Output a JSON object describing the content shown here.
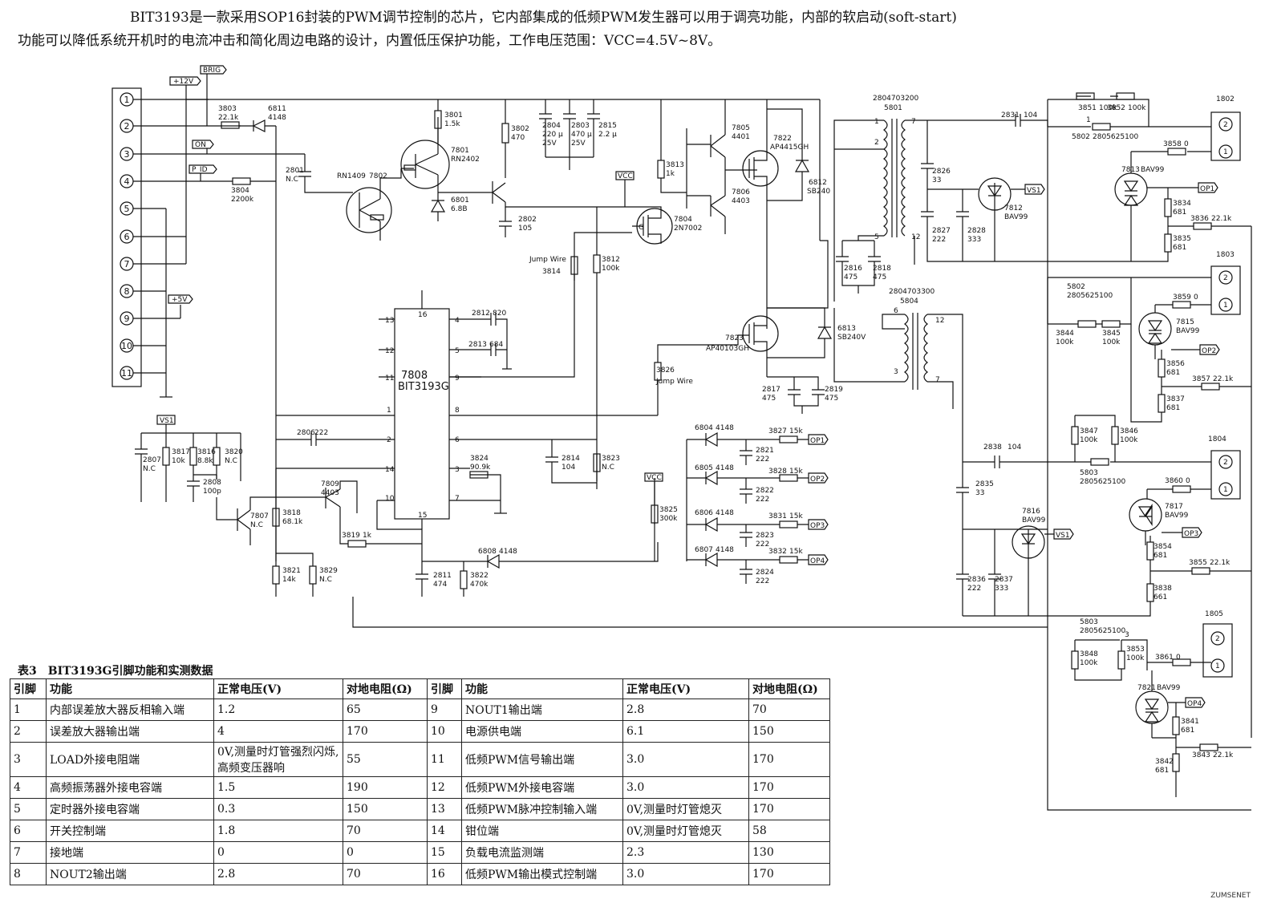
{
  "intro": {
    "line1": "BIT3193是一款采用SOP16封装的PWM调节控制的芯片，它内部集成的低频PWM发生器可以用于调亮功能，内部的软启动(soft-start)",
    "line2": "功能可以降低系统开机时的电流冲击和简化周边电路的设计，内置低压保护功能，工作电压范围：VCC=4.5V~8V。"
  },
  "connector_pins": [
    "1",
    "2",
    "3",
    "4",
    "5",
    "6",
    "7",
    "8",
    "9",
    "10",
    "11"
  ],
  "net_tags": {
    "v12": "+12V",
    "brig": "BRIG",
    "on": "ON",
    "pid": "P_ID",
    "v5": "+5V",
    "vcc": "VCC",
    "vs1": "VS1",
    "op1": "OP1",
    "op2": "OP2",
    "op3": "OP3",
    "op4": "OP4"
  },
  "ic": {
    "ref": "7808",
    "part": "BIT3193G",
    "pins": {
      "p16": "16",
      "p13": "13",
      "p12": "12",
      "p11": "11",
      "p1": "1",
      "p2": "2",
      "p14": "14",
      "p10": "10",
      "p15": "15",
      "p4": "4",
      "p5": "5",
      "p9": "9",
      "p8": "8",
      "p6": "6",
      "p3": "3",
      "p7": "7"
    }
  },
  "components": {
    "r3803": "3803",
    "r3803v": "22.1k",
    "d6811": "6811",
    "d6811v": "4148",
    "r3801": "3801",
    "r3801v": "1.5k",
    "q7801": "7801",
    "q7801v": "RN2402",
    "q7802a": "RN1409",
    "q7802b": "7802",
    "c2801": "2801",
    "c2801v": "N.C",
    "r3804": "3804",
    "r3804v": "2200k",
    "d6801": "6801",
    "d6801v": "6.8B",
    "r3802": "3802",
    "r3802v": "470",
    "c2802": "2802",
    "c2802v": "105",
    "c2804": "2804",
    "c2804v": "220 μ",
    "c2804u": "25V",
    "c2803": "2803",
    "c2803v": "470 μ",
    "c2803u": "25V",
    "c2815": "2815",
    "c2815v": "2.2 μ",
    "r3813": "3813",
    "r3813v": "1k",
    "q7805": "7805",
    "q7805v": "4401",
    "q7806": "7806",
    "q7806v": "4403",
    "q7804": "7804",
    "q7804v": "2N7002",
    "q7822": "7822",
    "q7822v": "AP4415GH",
    "d6812": "6812",
    "d6812v": "SB240",
    "jw1": "Jump Wire",
    "jw1r": "3814",
    "r3812": "3812",
    "r3812v": "100k",
    "c2812": "2812",
    "c2812v": "820",
    "c2813": "2813",
    "c2813v": "684",
    "q7823": "7823",
    "q7823v": "AP40103GH",
    "d6813": "6813",
    "d6813v": "SB240V",
    "jw2r": "3826",
    "jw2": "Jump Wire",
    "c2817": "2817",
    "c2817v": "475",
    "c2819": "2819",
    "c2819v": "475",
    "c2816": "2816",
    "c2816v": "475",
    "c2818": "2818",
    "c2818v": "475",
    "t5801a": "2804703200",
    "t5801": "5801",
    "t5804a": "2804703300",
    "t5804": "5804",
    "tp1": "1",
    "tp2": "2",
    "tp5": "5",
    "tp7": "7",
    "tp12": "12",
    "tq6": "6",
    "tq3": "3",
    "tq12": "12",
    "tq7": "7",
    "c2831": "2831",
    "c2831v": "104",
    "c2826": "2826",
    "c2826v": "33",
    "c2827": "2827",
    "c2827v": "222",
    "c2828": "2828",
    "c2828v": "333",
    "d7812": "7812",
    "d7812v": "BAV99",
    "r3851": "3851",
    "r3851v": "100k",
    "r3852": "3852",
    "r3852v": "100k",
    "r5802a": "5802",
    "r5802av": "2805625100",
    "r5802a1": "1",
    "j1802": "1802",
    "j1802p2": "2",
    "j1802p1": "1",
    "r3858": "3858",
    "r3858v": "0",
    "d7813": "7813",
    "d7813v": "BAV99",
    "r3834": "3834",
    "r3834v": "681",
    "r3835": "3835",
    "r3835v": "681",
    "r3836": "3836",
    "r3836v": "22.1k",
    "j1803": "1803",
    "j1803p2": "2",
    "j1803p1": "1",
    "r5802b": "5802",
    "r5802bv": "2805625100",
    "r3859": "3859",
    "r3859v": "0",
    "d7815": "7815",
    "d7815v": "BAV99",
    "r3844": "3844",
    "r3844v": "100k",
    "r3845": "3845",
    "r3845v": "100k",
    "r3856": "3856",
    "r3856v": "681",
    "r3857": "3857",
    "r3857v": "22.1k",
    "r3837": "3837",
    "r3837v": "681",
    "r3847": "3847",
    "r3847v": "100k",
    "r3846": "3846",
    "r3846v": "100k",
    "c2838": "2838",
    "c2838v": "104",
    "r5803a": "5803",
    "r5803av": "2805625100",
    "j1804": "1804",
    "j1804p2": "2",
    "j1804p1": "1",
    "r3860": "3860",
    "r3860v": "0",
    "d7817": "7817",
    "d7817v": "BAV99",
    "c2835": "2835",
    "c2835v": "33",
    "d7816": "7816",
    "d7816v": "BAV99",
    "r3854": "3854",
    "r3854v": "681",
    "r3855": "3855",
    "r3855v": "22.1k",
    "r3838": "3838",
    "r3838v": "661",
    "c2836": "2836",
    "c2836v": "222",
    "c2837": "2837",
    "c2837v": "333",
    "r5803b": "5803",
    "r5803bv": "2805625100",
    "r5803b3": "3",
    "j1805": "1805",
    "j1805p2": "2",
    "j1805p1": "1",
    "r3848": "3848",
    "r3848v": "100k",
    "r3853": "3853",
    "r3853v": "100k",
    "r3861": "3861",
    "r3861v": "0",
    "d7821": "7821",
    "d7821v": "BAV99",
    "r3841": "3841",
    "r3841v": "681",
    "r3842": "3842",
    "r3842v": "681",
    "r3843": "3843",
    "r3843v": "22.1k",
    "c2807": "2807",
    "c2807v": "N.C",
    "r3817": "3817",
    "r3817v": "10k",
    "r3816": "3816",
    "r3816v": "8.8k",
    "r3820": "3820",
    "r3820v": "N.C",
    "c2808": "2808",
    "c2808v": "100p",
    "c2806": "2806",
    "c2806v": "222",
    "q7807": "7807",
    "q7807v": "N.C",
    "r3818": "3818",
    "r3818v": "68.1k",
    "q7809": "7809",
    "q7809v": "4403",
    "r3819": "3819",
    "r3819v": "1k",
    "r3821": "3821",
    "r3821v": "14k",
    "r3829": "3829",
    "r3829v": "N.C",
    "c2811": "2811",
    "c2811v": "474",
    "r3822": "3822",
    "r3822v": "470k",
    "d6808": "6808",
    "d6808v": "4148",
    "r3824": "3824",
    "r3824v": "90.9k",
    "c2814": "2814",
    "c2814v": "104",
    "r3823": "3823",
    "r3823v": "N.C",
    "r3825": "3825",
    "r3825v": "300k",
    "d6804": "6804",
    "d6804v": "4148",
    "d6805": "6805",
    "d6805v": "4148",
    "d6806": "6806",
    "d6806v": "4148",
    "d6807": "6807",
    "d6807v": "4148",
    "r3827": "3827",
    "r3827v": "15k",
    "r3828": "3828",
    "r3828v": "15k",
    "r3831": "3831",
    "r3831v": "15k",
    "r3832": "3832",
    "r3832v": "15k",
    "c2821": "2821",
    "c2821v": "222",
    "c2822": "2822",
    "c2822v": "222",
    "c2823": "2823",
    "c2823v": "222",
    "c2824": "2824",
    "c2824v": "222"
  },
  "table": {
    "title": "表3　BIT3193G引脚功能和实测数据",
    "headers": [
      "引脚",
      "功能",
      "正常电压(V)",
      "对地电阻(Ω)",
      "引脚",
      "功能",
      "正常电压(V)",
      "对地电阻(Ω)"
    ],
    "rows": [
      [
        "1",
        "内部误差放大器反相输入端",
        "1.2",
        "65",
        "9",
        "NOUT1输出端",
        "2.8",
        "70"
      ],
      [
        "2",
        "误差放大器输出端",
        "4",
        "170",
        "10",
        "电源供电端",
        "6.1",
        "150"
      ],
      [
        "3",
        "LOAD外接电阻端",
        "0V,测量时灯管强烈闪烁,高频变压器响",
        "55",
        "11",
        "低频PWM信号输出端",
        "3.0",
        "170"
      ],
      [
        "4",
        "高频振荡器外接电容端",
        "1.5",
        "190",
        "12",
        "低频PWM外接电容端",
        "3.0",
        "170"
      ],
      [
        "5",
        "定时器外接电容端",
        "0.3",
        "150",
        "13",
        "低频PWM脉冲控制输入端",
        "0V,测量时灯管熄灭",
        "170"
      ],
      [
        "6",
        "开关控制端",
        "1.8",
        "70",
        "14",
        "钳位端",
        "0V,测量时灯管熄灭",
        "58"
      ],
      [
        "7",
        "接地端",
        "0",
        "0",
        "15",
        "负载电流监测端",
        "2.3",
        "130"
      ],
      [
        "8",
        "NOUT2输出端",
        "2.8",
        "70",
        "16",
        "低频PWM输出模式控制端",
        "3.0",
        "170"
      ]
    ]
  },
  "watermark": "ZUMSENET"
}
